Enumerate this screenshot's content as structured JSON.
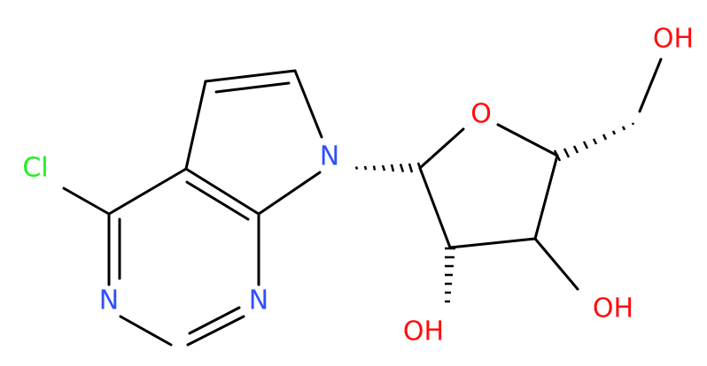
{
  "molecule": {
    "colors": {
      "bond": "#000000",
      "N": "#3050f8",
      "O": "#ff0d0d",
      "Cl": "#1ff01f"
    },
    "atoms": {
      "cl": "Cl",
      "n_pyrrole": "N",
      "n_pyrimidine_left": "N",
      "n_pyrimidine_right": "N",
      "o_ring": "O",
      "oh_ch2": "OH",
      "oh_c2": "OH",
      "oh_c3": "OH"
    }
  }
}
